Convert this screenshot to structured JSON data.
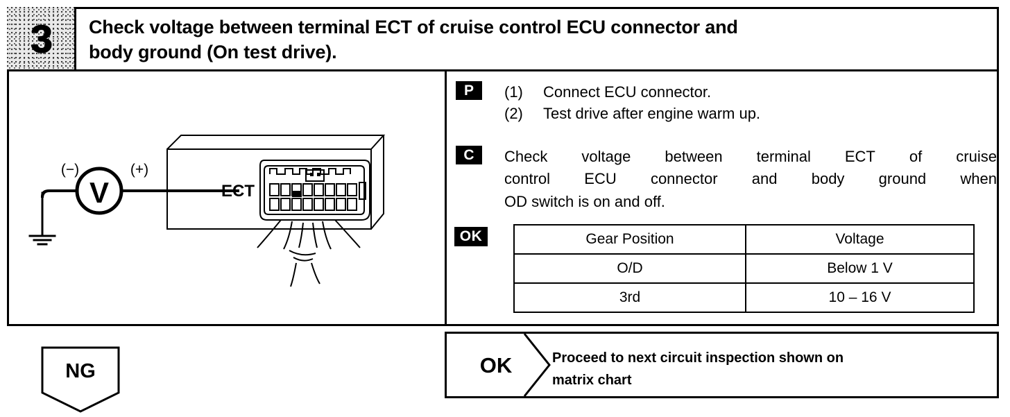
{
  "step": {
    "number": "3",
    "title_line1": "Check voltage between terminal ECT of cruise control ECU connector and",
    "title_line2": "body ground (On test drive)."
  },
  "diagram": {
    "meter_symbol": "V",
    "negative_label": "(−)",
    "positive_label": "(+)",
    "terminal_label": "ECT"
  },
  "right_panel": {
    "prepare": {
      "badge": "P",
      "items": [
        {
          "num": "(1)",
          "text": "Connect ECU connector."
        },
        {
          "num": "(2)",
          "text": "Test drive after engine warm up."
        }
      ]
    },
    "check": {
      "badge": "C",
      "line1": "Check voltage between terminal ECT of cruise",
      "line2": "control ECU connector and body ground when",
      "line3": "OD switch is on and off."
    },
    "ok": {
      "badge": "OK",
      "table": {
        "headers": [
          "Gear Position",
          "Voltage"
        ],
        "rows": [
          [
            "O/D",
            "Below 1 V"
          ],
          [
            "3rd",
            "10 – 16 V"
          ]
        ]
      }
    }
  },
  "bottom": {
    "ng_label": "NG",
    "ok_label": "OK",
    "ok_text_line1": "Proceed to next circuit inspection shown on",
    "ok_text_line2": "matrix chart"
  },
  "colors": {
    "ink": "#000000",
    "paper": "#ffffff",
    "step_box_fill": "#e9e9e9"
  }
}
